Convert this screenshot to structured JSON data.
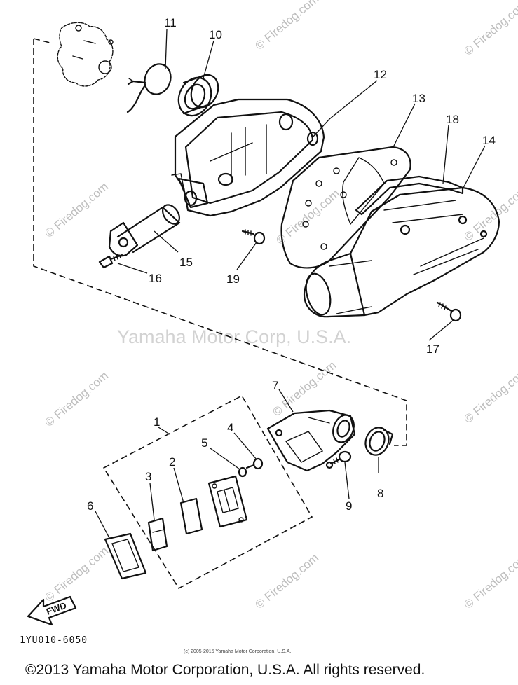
{
  "watermarks": {
    "diagonal": "© Firedog.com",
    "center": "Yamaha Motor Corp, U.S.A."
  },
  "callouts": [
    "1",
    "2",
    "3",
    "4",
    "5",
    "6",
    "7",
    "8",
    "9",
    "10",
    "11",
    "12",
    "13",
    "14",
    "15",
    "16",
    "17",
    "18",
    "19"
  ],
  "fwd_label": "FWD",
  "diagram_code": "1YU010-6050",
  "small_copyright": "(c) 2005-2015 Yamaha Motor Corporation, U.S.A.",
  "footer_copyright": "©2013 Yamaha Motor Corporation, U.S.A. All rights reserved."
}
